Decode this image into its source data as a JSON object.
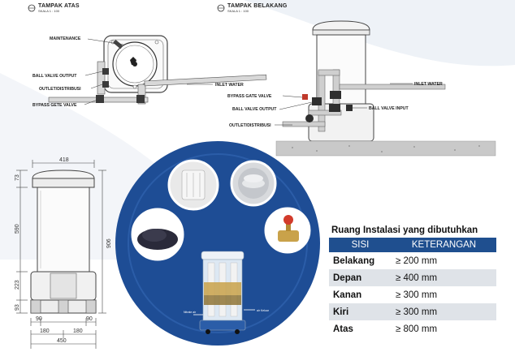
{
  "views": {
    "top": {
      "title": "TAMPAK ATAS",
      "scale": "SKALA 1 : 100"
    },
    "back": {
      "title": "TAMPAK BELAKANG",
      "scale": "SKALA 1 : 100"
    }
  },
  "top_labels": {
    "maintenance": "MAINTENANCE",
    "ball_valve_output": "BALL VALVE OUTPUT",
    "outlet": "OUTLET/DISTRIBUSI",
    "bypass": "BYPASS GETE VALVE",
    "inlet": "INLET WATER"
  },
  "back_labels": {
    "inlet": "INLET WATER",
    "bypass": "BYPASS GATE VALVE",
    "ball_valve_output": "BALL VALVE OUTPUT",
    "ball_valve_input": "BALL VALVE INPUT",
    "outlet": "OUTLET/DISTRIBUSI"
  },
  "dimensions": {
    "top_width": "418",
    "cap": "73",
    "body": "590",
    "base": "223",
    "foot": "93",
    "total_height": "906",
    "seg1": "90",
    "seg2": "90",
    "seg3": "180",
    "seg4": "180",
    "total_width": "450"
  },
  "cutaway_labels": {
    "left": "Nitrate air",
    "right": "air Keluar"
  },
  "installation": {
    "title": "Ruang Instalasi yang dibutuhkan",
    "headers": [
      "SISI",
      "KETERANGAN"
    ],
    "rows": [
      {
        "side": "Belakang",
        "value": "≥ 200 mm"
      },
      {
        "side": "Depan",
        "value": "≥ 400 mm"
      },
      {
        "side": "Kanan",
        "value": "≥ 300 mm"
      },
      {
        "side": "Kiri",
        "value": "≥ 300 mm"
      },
      {
        "side": "Atas",
        "value": "≥ 800 mm"
      }
    ]
  },
  "colors": {
    "circle": "#1e4d95",
    "table_header": "#1f4f8f",
    "table_stripe": "#dfe3e8",
    "ground": "#c9c9c9"
  }
}
